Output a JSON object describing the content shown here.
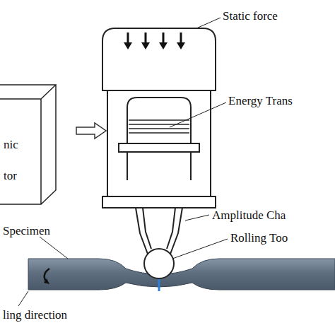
{
  "diagram": {
    "nodes": [
      {
        "text": [
          "nic",
          "tor"
        ]
      }
    ],
    "labels": [
      "Static force",
      "Energy Trans",
      "Amplitude Cha",
      "Rolling Too",
      "Specimen",
      "ling direction"
    ]
  }
}
